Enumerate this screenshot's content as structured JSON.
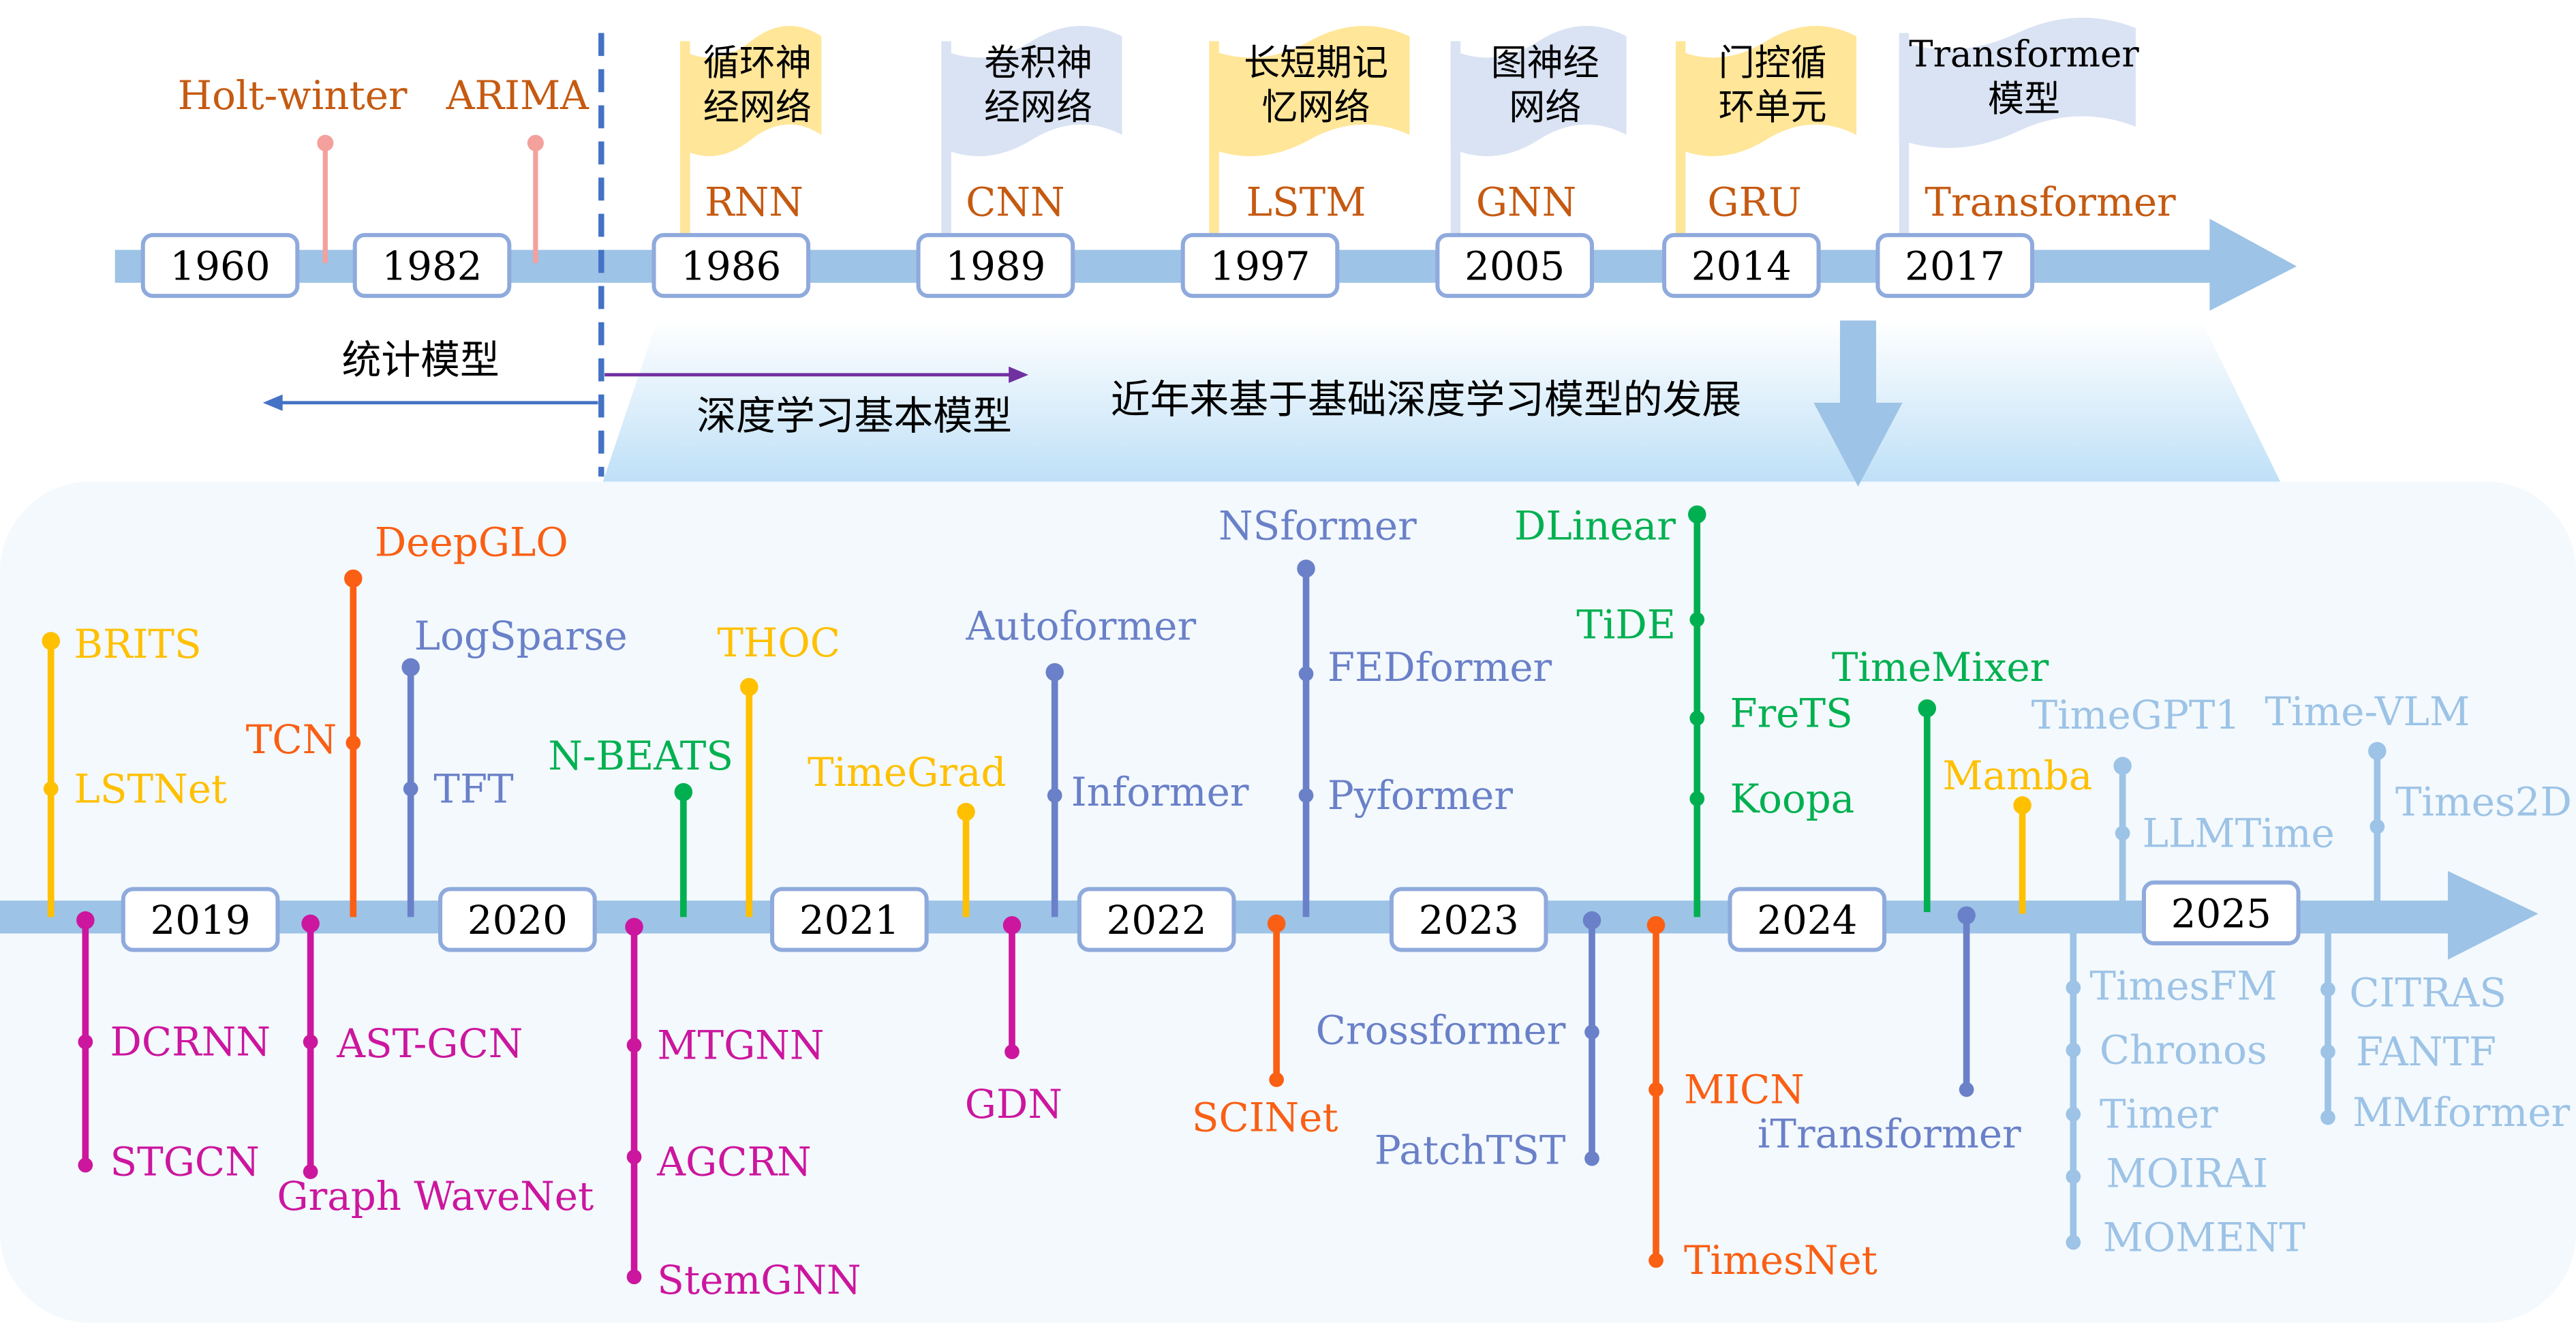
{
  "colors": {
    "bar": "#9dc3e6",
    "box_border": "#8faadc",
    "pink": "#f4a09c",
    "brown": "#c55a11",
    "flag_yellow": "#ffe699",
    "flag_blue": "#dae3f3",
    "dash": "#4472c4",
    "purple": "#7030a0",
    "yellow": "#ffc000",
    "orange": "#fa5f14",
    "blue": "#6a80c8",
    "green": "#00b050",
    "magenta": "#cc169e",
    "lightblue": "#9dc3e6",
    "panel": "#f3f9fd"
  },
  "top": {
    "years": [
      "1960",
      "1982",
      "1986",
      "1989",
      "1997",
      "2005",
      "2014",
      "2017"
    ],
    "stat_models": [
      "Holt-winter",
      "ARIMA"
    ],
    "flags": [
      {
        "line1": "循环神",
        "line2": "经网络",
        "model": "RNN",
        "color": "yellow"
      },
      {
        "line1": "卷积神",
        "line2": "经网络",
        "model": "CNN",
        "color": "blue"
      },
      {
        "line1": "长短期记",
        "line2": "忆网络",
        "model": "LSTM",
        "color": "yellow"
      },
      {
        "line1": "图神经",
        "line2": "网络",
        "model": "GNN",
        "color": "blue"
      },
      {
        "line1": "门控循",
        "line2": "环单元",
        "model": "GRU",
        "color": "yellow"
      },
      {
        "line1": "Transformer",
        "line2": "模型",
        "model": "Transformer",
        "color": "blue"
      }
    ],
    "stat_label": "统计模型",
    "dl_label": "深度学习基本模型",
    "recent_label": "近年来基于基础深度学习模型的发展"
  },
  "bottom": {
    "years": [
      "2019",
      "2020",
      "2021",
      "2022",
      "2023",
      "2024",
      "2025"
    ],
    "pins": [
      {
        "color": "yellow",
        "labels": [
          "BRITS",
          "LSTNet"
        ]
      },
      {
        "color": "orange",
        "labels": [
          "DeepGLO",
          "TCN"
        ]
      },
      {
        "color": "blue",
        "labels": [
          "LogSparse",
          "TFT"
        ]
      },
      {
        "color": "green",
        "labels": [
          "N-BEATS"
        ]
      },
      {
        "color": "yellow",
        "labels": [
          "THOC"
        ]
      },
      {
        "color": "yellow",
        "labels": [
          "TimeGrad"
        ]
      },
      {
        "color": "blue",
        "labels": [
          "Autoformer",
          "Informer"
        ]
      },
      {
        "color": "blue",
        "labels": [
          "NSformer",
          "FEDformer",
          "Pyformer"
        ]
      },
      {
        "color": "green",
        "labels": [
          "DLinear",
          "TiDE",
          "FreTS",
          "Koopa"
        ]
      },
      {
        "color": "green",
        "labels": [
          "TimeMixer"
        ]
      },
      {
        "color": "yellow",
        "labels": [
          "Mamba"
        ]
      },
      {
        "color": "lightblue",
        "labels": [
          "TimeGPT1",
          "LLMTime"
        ]
      },
      {
        "color": "lightblue",
        "labels": [
          "Time-VLM",
          "Times2D"
        ]
      },
      {
        "color": "magenta",
        "labels": [
          "DCRNN",
          "STGCN"
        ]
      },
      {
        "color": "magenta",
        "labels": [
          "AST-GCN",
          "Graph WaveNet"
        ]
      },
      {
        "color": "magenta",
        "labels": [
          "MTGNN",
          "AGCRN",
          "StemGNN"
        ]
      },
      {
        "color": "magenta",
        "labels": [
          "GDN"
        ]
      },
      {
        "color": "orange",
        "labels": [
          "SCINet"
        ]
      },
      {
        "color": "blue",
        "labels": [
          "Crossformer",
          "PatchTST"
        ]
      },
      {
        "color": "orange",
        "labels": [
          "MICN",
          "TimesNet"
        ]
      },
      {
        "color": "blue",
        "labels": [
          "iTransformer"
        ]
      },
      {
        "color": "lightblue",
        "labels": [
          "TimesFM",
          "Chronos",
          "Timer",
          "MOIRAI",
          "MOMENT"
        ]
      },
      {
        "color": "lightblue",
        "labels": [
          "CITRAS",
          "FANTF",
          "MMformer"
        ]
      }
    ]
  }
}
